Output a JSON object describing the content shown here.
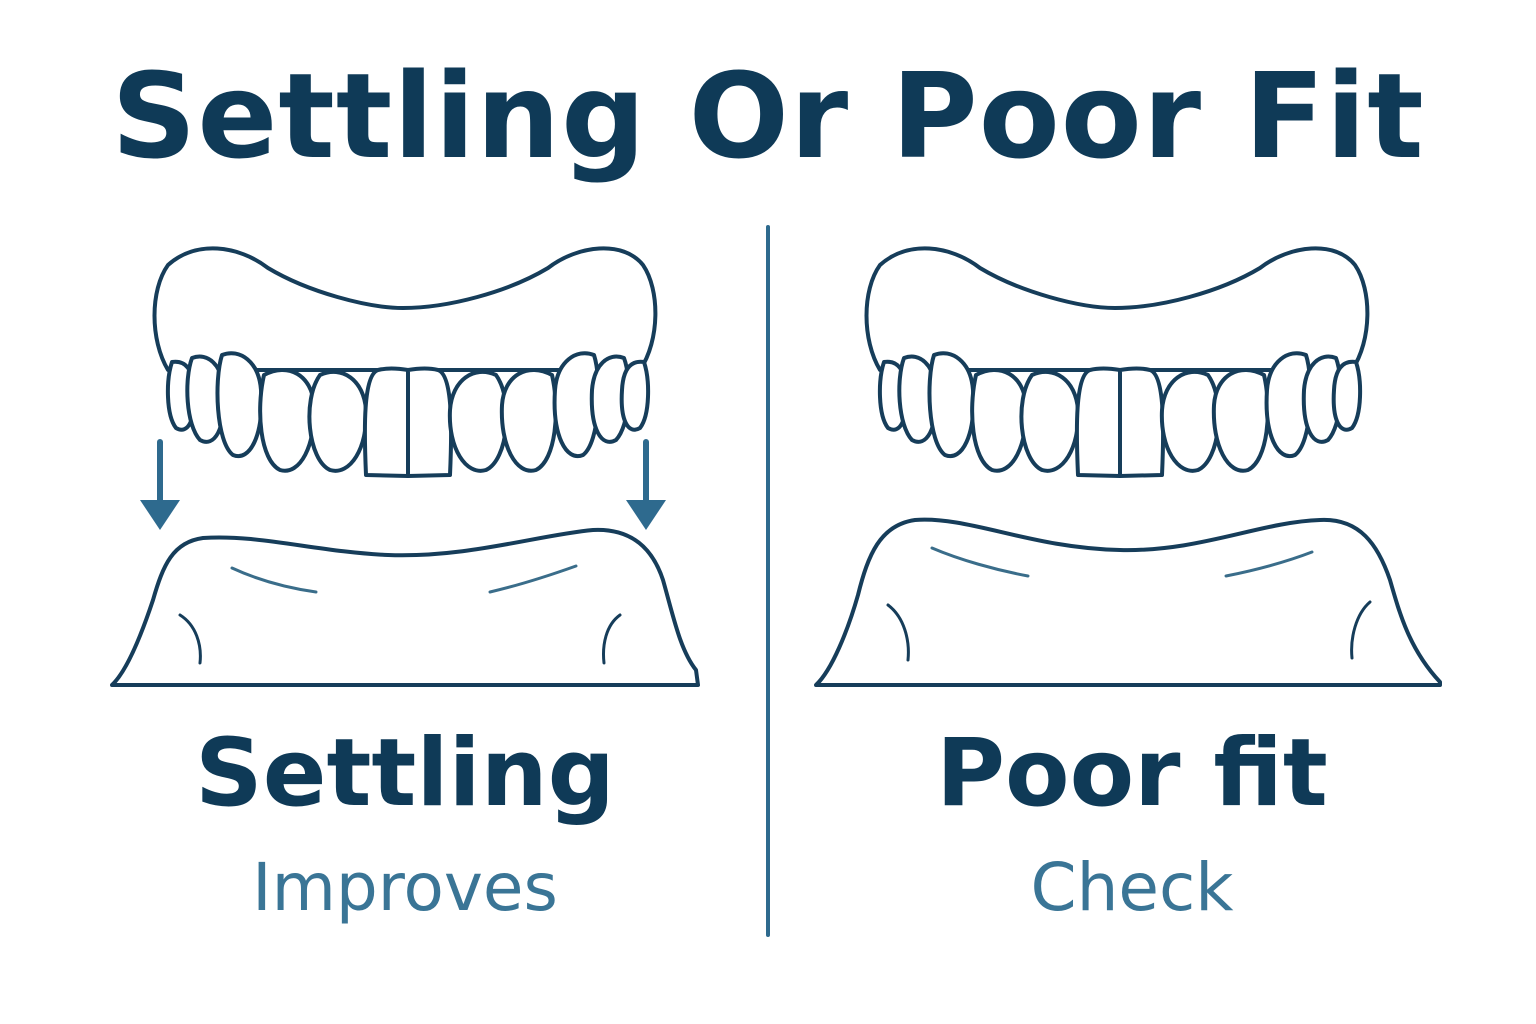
{
  "title": "Settling Or Poor Fit",
  "panels": [
    {
      "label": "Settling",
      "sublabel": "Improves"
    },
    {
      "label": "Poor fit",
      "sublabel": "Check"
    }
  ],
  "colors": {
    "title": "#0f3a57",
    "sublabel": "#3a7596",
    "outline": "#163d5a",
    "accent": "#2e6a8e",
    "background": "#ffffff"
  }
}
